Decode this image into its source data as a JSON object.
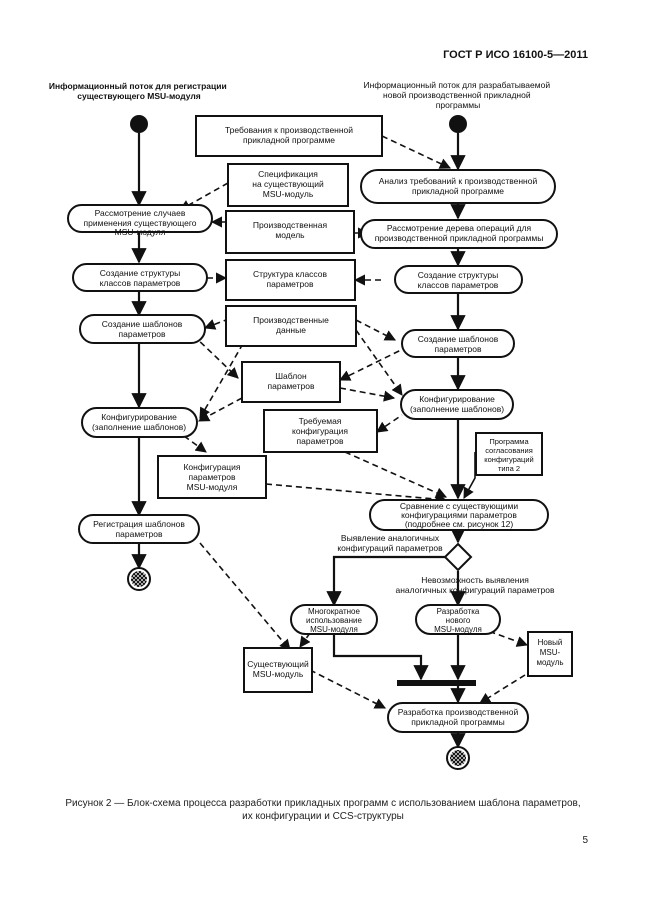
{
  "header": {
    "standard": "ГОСТ Р ИСО 16100-5—2011"
  },
  "lanes": {
    "left_title": "Информационный поток для регистрации существующего MSU-модуля",
    "right_title": "Информационный поток для разрабатываемой новой производственной прикладной программы"
  },
  "left_activities": {
    "review": "Рассмотрение случаев применения существующего MSU-модуля",
    "param_classes": "Создание структуры классов параметров",
    "templates": "Создание шаблонов параметров",
    "config": "Конфигурирование (заполнение шаблонов)",
    "register": "Регистрация шаблонов параметров"
  },
  "right_activities": {
    "analysis": "Анализ требований к производственной прикладной программе",
    "op_tree": "Рассмотрение дерева операций для производственной прикладной программы",
    "param_classes": "Создание структуры классов параметров",
    "templates": "Создание шаблонов параметров",
    "config": "Конфигурирование (заполнение шаблонов)",
    "compare": "Сравнение с существующими конфигурациями параметров (подробнее см. рисунок 12)",
    "reuse": "Многократное использование MSU-модуля",
    "develop": "Разработка нового MSU-модуля",
    "final": "Разработка производственной прикладной программы"
  },
  "objects": {
    "requirements": "Требования к производственной прикладной программе",
    "spec": "Спецификация на существующий MSU-модуль",
    "prod_model": "Производственная модель",
    "class_struct": "Структура классов параметров",
    "prod_data": "Производственные данные",
    "template": "Шаблон параметров",
    "required_config": "Требуемая конфигурация параметров",
    "matcher": "Программа согласования конфигураций типа 2",
    "msu_config": "Конфигурация параметров MSU-модуля",
    "existing_msu": "Существующий MSU-модуль",
    "new_msu": "Новый MSU-модуль"
  },
  "guards": {
    "found": "Выявление аналогичных конфигураций параметров",
    "not_found": "Невозможность выявления аналогичных конфигураций параметров"
  },
  "caption": {
    "line1": "Рисунок 2 — Блок-схема процесса разработки прикладных программ с использованием шаблона параметров,",
    "line2": "их конфигурации и CCS-структуры"
  },
  "page_number": "5"
}
